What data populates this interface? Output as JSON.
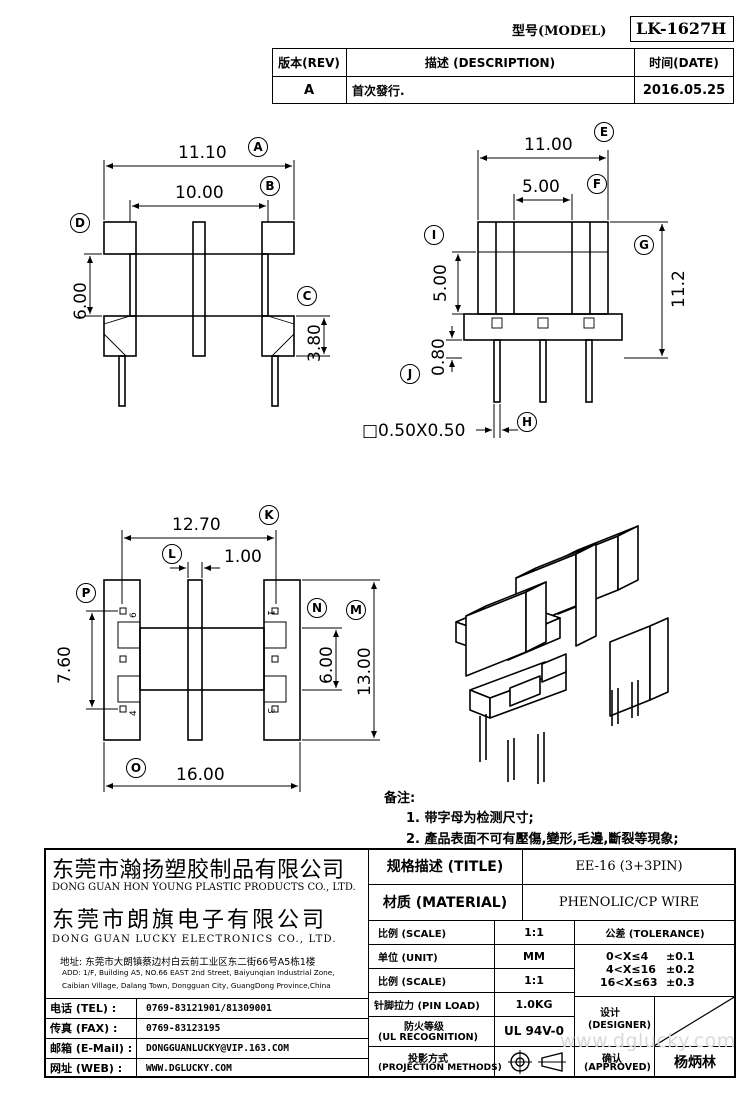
{
  "header": {
    "model_label": "型号(MODEL)",
    "model_value": "LK-1627H",
    "rev_header": "版本(REV)",
    "desc_header": "描述 (DESCRIPTION)",
    "date_header": "时间(DATE)",
    "rev_value": "A",
    "desc_value": "首次發行.",
    "date_value": "2016.05.25"
  },
  "dims": {
    "A": {
      "tag": "A",
      "value": "11.10"
    },
    "B": {
      "tag": "B",
      "value": "10.00"
    },
    "C": {
      "tag": "C",
      "value": "3.80"
    },
    "D": {
      "tag": "D",
      "value": "6.00"
    },
    "E": {
      "tag": "E",
      "value": "11.00"
    },
    "F": {
      "tag": "F",
      "value": "5.00"
    },
    "G": {
      "tag": "G",
      "value": "11.2"
    },
    "H": {
      "tag": "H",
      "value": "□0.50X0.50"
    },
    "I": {
      "tag": "I",
      "value": "5.00"
    },
    "J": {
      "tag": "J",
      "value": "0.80"
    },
    "K": {
      "tag": "K",
      "value": "12.70"
    },
    "L": {
      "tag": "L",
      "value": "1.00"
    },
    "M": {
      "tag": "M",
      "value": "13.00"
    },
    "N": {
      "tag": "N",
      "value": "6.00"
    },
    "O": {
      "tag": "O",
      "value": "16.00"
    },
    "P": {
      "tag": "P",
      "value": "7.60"
    }
  },
  "pins": {
    "p6": "6",
    "p1": "1",
    "p4": "4",
    "p3": "3"
  },
  "notes": {
    "title": "备注:",
    "items": [
      "1. 带字母为检测尺寸;",
      "2. 產品表面不可有壓傷,變形,毛邊,斷裂等現象;"
    ]
  },
  "company": {
    "name1_cn": "东莞市瀚扬塑胶制品有限公司",
    "name1_en": "DONG GUAN HON YOUNG PLASTIC PRODUCTS CO., LTD.",
    "name2_cn": "东莞市朗旗电子有限公司",
    "name2_en": "DONG GUAN LUCKY ELECTRONICS CO., LTD.",
    "address_cn": "地址: 东莞市大朗镇蔡边村白云前工业区东二街66号A5栋1楼",
    "address_en1": "ADD: 1/F, Building A5, NO.66 EAST 2nd Street, Baiyunqian Industrial Zone,",
    "address_en2": "Caibian Village, Dalang Town, Dongguan City, GuangDong Province,China"
  },
  "contacts": [
    {
      "label": "电话 (TEL) :",
      "value": "0769-83121901/81309001"
    },
    {
      "label": "传真 (FAX) :",
      "value": "0769-83123195"
    },
    {
      "label": "邮箱 (E-Mail) :",
      "value": "DONGGUANLUCKY@VIP.163.COM"
    },
    {
      "label": "网址 (WEB) :",
      "value": "WWW.DGLUCKY.COM"
    }
  ],
  "spec": {
    "title_label": "规格描述 (TITLE)",
    "title_value": "EE-16 (3+3PIN)",
    "material_label": "材质 (MATERIAL)",
    "material_value": "PHENOLIC/CP WIRE",
    "scale_label": "比例 (SCALE)",
    "scale_value": "1:1",
    "tolerance_label": "公差 (TOLERANCE)",
    "unit_label": "单位 (UNIT)",
    "unit_value": "MM",
    "tol1": "0<X≤4",
    "tol1v": "±0.1",
    "tol2": "4<X≤16",
    "tol2v": "±0.2",
    "tol3": "16<X≤63",
    "tol3v": "±0.3",
    "scale2_label": "比例 (SCALE)",
    "scale2_value": "1:1",
    "pinload_label": "针脚拉力 (PIN LOAD)",
    "pinload_value": "1.0KG",
    "designer_label1": "设计",
    "designer_label2": "(DESIGNER)",
    "ul_label1": "防火等级",
    "ul_label2": "(UL RECOGNITION)",
    "ul_value": "UL 94V-0",
    "approved_label1": "确认",
    "approved_label2": "(APPROVED)",
    "approved_value": "杨炳林",
    "projection_label1": "投影方式",
    "projection_label2": "(PROJECTION METHODS)"
  },
  "watermark": "www.dglucky.com"
}
